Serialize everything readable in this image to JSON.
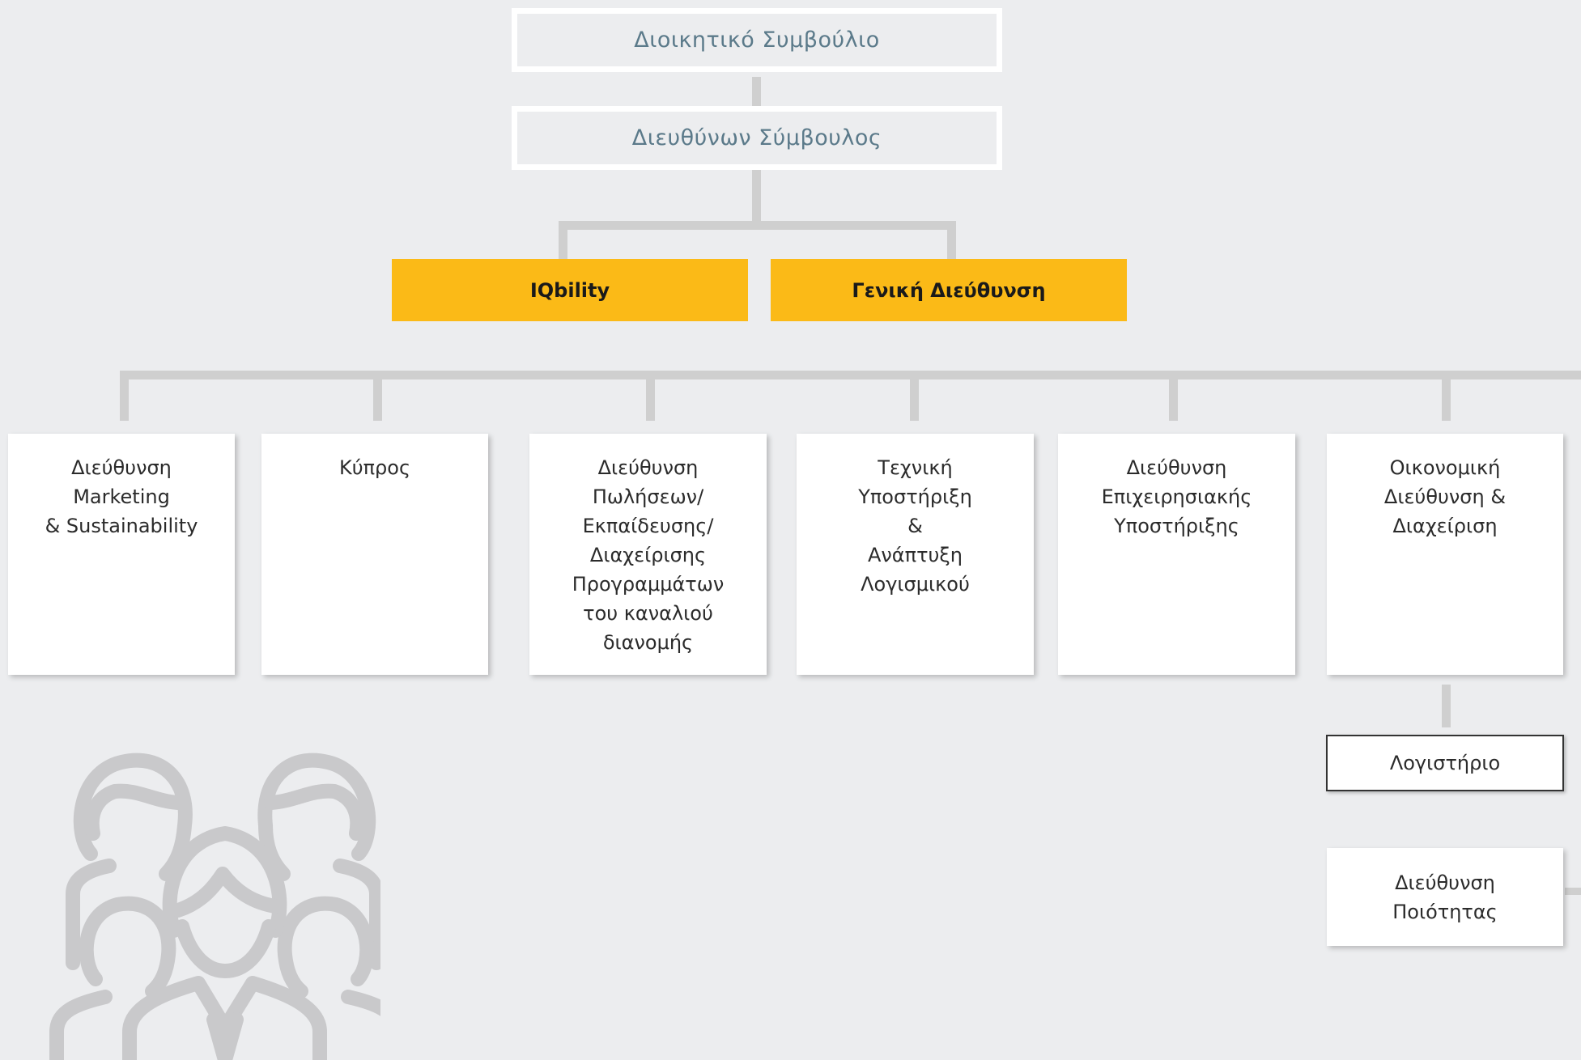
{
  "top": {
    "board": "Διοικητικό Συμβούλιο",
    "ceo": "Διευθύνων Σύμβουλος"
  },
  "second_level": {
    "iqbility": "IQbility",
    "general_management": "Γενική Διεύθυνση"
  },
  "departments": [
    "Διεύθυνση\nMarketing\n& Sustainability",
    "Κύπρος",
    "Διεύθυνση\nΠωλήσεων/\nΕκπαίδευσης/\nΔιαχείρισης\nΠρογραμμάτων\nτου καναλιού\nδιανομής",
    "Τεχνική\nΥποστήριξη\n&\nΑνάπτυξη\nΛογισμικού",
    "Διεύθυνση\nΕπιχειρησιακής\nΥποστήριξης",
    "Οικονομική\nΔιεύθυνση &\nΔιαχείριση"
  ],
  "sub_units": {
    "accounting": "Λογιστήριο",
    "quality": "Διεύθυνση\nΠοιότητας"
  },
  "colors": {
    "background": "#ecedef",
    "accent": "#fbba17",
    "connector": "#cfcfcf",
    "top_text": "#5b7a8a"
  },
  "icons": {
    "people": "people-group-icon"
  }
}
